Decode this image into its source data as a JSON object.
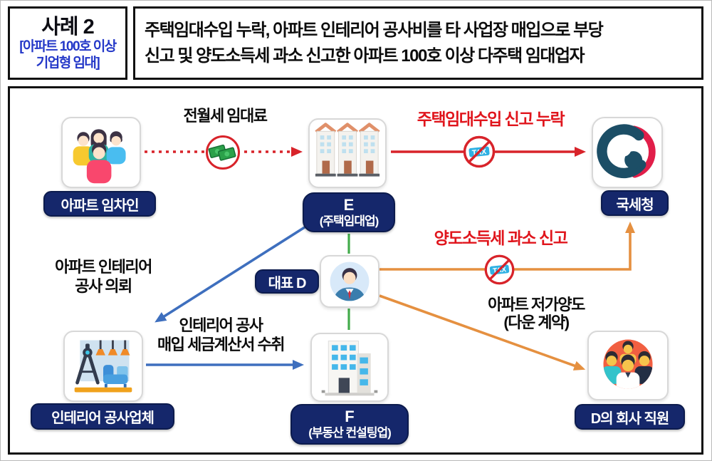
{
  "header": {
    "case_label": "사례 2",
    "case_scope_line1": "[아파트 100호 이상",
    "case_scope_line2": "기업형 임대]",
    "title_line1": "주택임대수입 누락, 아파트 인테리어 공사비를 타 사업장 매입으로 부당",
    "title_line2": "신고 및 양도소득세 과소 신고한 아파트 100호 이상 다주택 임대업자"
  },
  "diagram": {
    "nodes": {
      "tenants": {
        "label": "아파트 임차인"
      },
      "landlord": {
        "name": "E",
        "desc": "(주택임대업)"
      },
      "nts": {
        "label": "국세청"
      },
      "ceo": {
        "label": "대표 D"
      },
      "interior_company": {
        "label": "인테리어 공사업체"
      },
      "consulting": {
        "name": "F",
        "desc": "(부동산 컨설팅업)"
      },
      "employees": {
        "label": "D의 회사 직원"
      }
    },
    "annotations": {
      "rent": "전월세 임대료",
      "underreport_rental": "주택임대수입 신고 누락",
      "underreport_capital_gains": "양도소득세 과소 신고",
      "interior_request_line1": "아파트 인테리어",
      "interior_request_line2": "공사 의뢰",
      "invoice_line1": "인테리어 공사",
      "invoice_line2": "매입 세금계산서 수취",
      "transfer_line1": "아파트 저가양도",
      "transfer_line2": "(다운 계약)"
    },
    "badges": {
      "tax": "TAX"
    }
  },
  "colors": {
    "navy_pill": "#15276b",
    "alert_red": "#de1f26",
    "arrow_red": "#d8232a",
    "arrow_orange": "#e59040",
    "arrow_blue": "#3e6fbe",
    "arrow_green": "#43ac4b",
    "case_scope_blue": "#2438c8"
  }
}
